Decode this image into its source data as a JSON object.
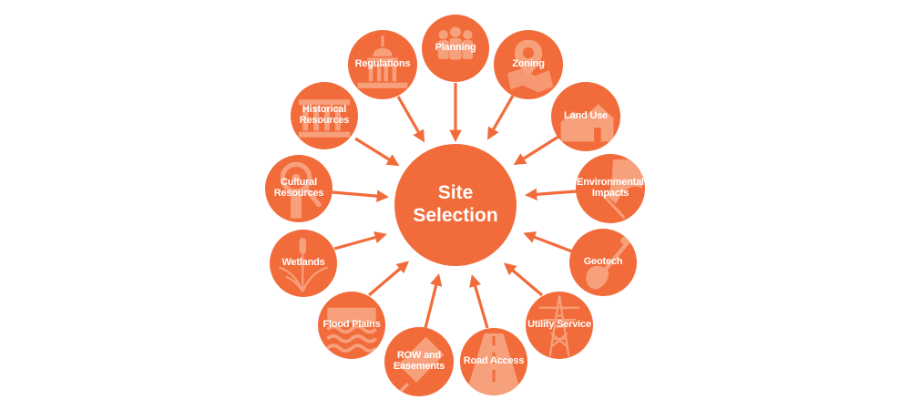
{
  "colors": {
    "node": "#f26b3a",
    "arrow": "#f26b3a",
    "glyph": "#f7a07c",
    "text": "#ffffff"
  },
  "center": {
    "label": "Site\nSelection"
  },
  "nodes": [
    {
      "key": "planning",
      "label": "Planning",
      "icon": "people-icon"
    },
    {
      "key": "zoning",
      "label": "Zoning",
      "icon": "map-pin-icon"
    },
    {
      "key": "land-use",
      "label": "Land Use",
      "icon": "houses-icon"
    },
    {
      "key": "environmental-impacts",
      "label": "Environmental\nImpacts",
      "icon": "leaf-icon"
    },
    {
      "key": "geotech",
      "label": "Geotech",
      "icon": "shovel-icon"
    },
    {
      "key": "utility-service",
      "label": "Utility Service",
      "icon": "power-tower-icon"
    },
    {
      "key": "road-access",
      "label": "Road Access",
      "icon": "road-icon"
    },
    {
      "key": "row-easements",
      "label": "ROW and\nEasements",
      "icon": "survey-stake-icon"
    },
    {
      "key": "flood-plains",
      "label": "Flood Plains",
      "icon": "water-waves-icon"
    },
    {
      "key": "wetlands",
      "label": "Wetlands",
      "icon": "cattail-icon"
    },
    {
      "key": "cultural-resources",
      "label": "Cultural\nResources",
      "icon": "magnifier-icon"
    },
    {
      "key": "historical-resources",
      "label": "Historical\nResources",
      "icon": "columns-icon"
    },
    {
      "key": "regulations",
      "label": "Regulations",
      "icon": "capitol-icon"
    }
  ]
}
